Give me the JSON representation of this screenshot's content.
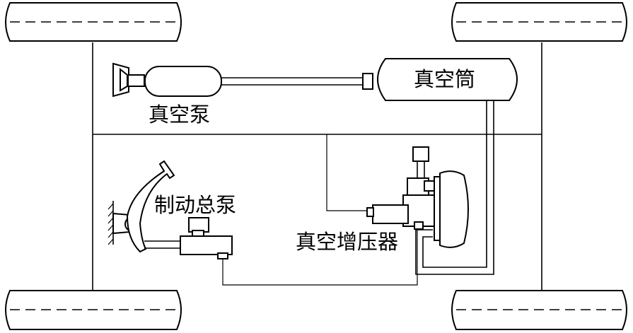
{
  "labels": {
    "vacuum_pump": "真空泵",
    "vacuum_tank": "真空筒",
    "master_cylinder": "制动总泵",
    "vacuum_booster": "真空增压器"
  }
}
